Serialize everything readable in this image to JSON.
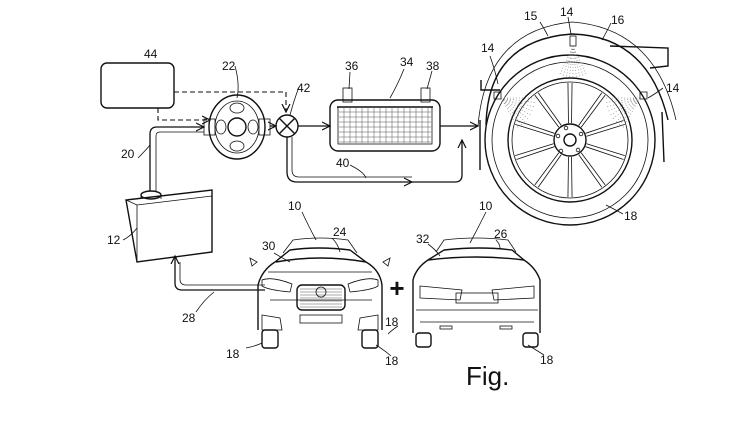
{
  "figure": {
    "caption": "Fig."
  },
  "refs": {
    "r10a": "10",
    "r10b": "10",
    "r12": "12",
    "r14a": "14",
    "r14b": "14",
    "r14c": "14",
    "r15": "15",
    "r16": "16",
    "r18a": "18",
    "r18b": "18",
    "r18c": "18",
    "r18d": "18",
    "r18e": "18",
    "r20": "20",
    "r22": "22",
    "r24": "24",
    "r26": "26",
    "r28": "28",
    "r30": "30",
    "r32": "32",
    "r34": "34",
    "r36": "36",
    "r38": "38",
    "r40": "40",
    "r42": "42",
    "r44": "44"
  },
  "symbols": {
    "plus": "+"
  }
}
